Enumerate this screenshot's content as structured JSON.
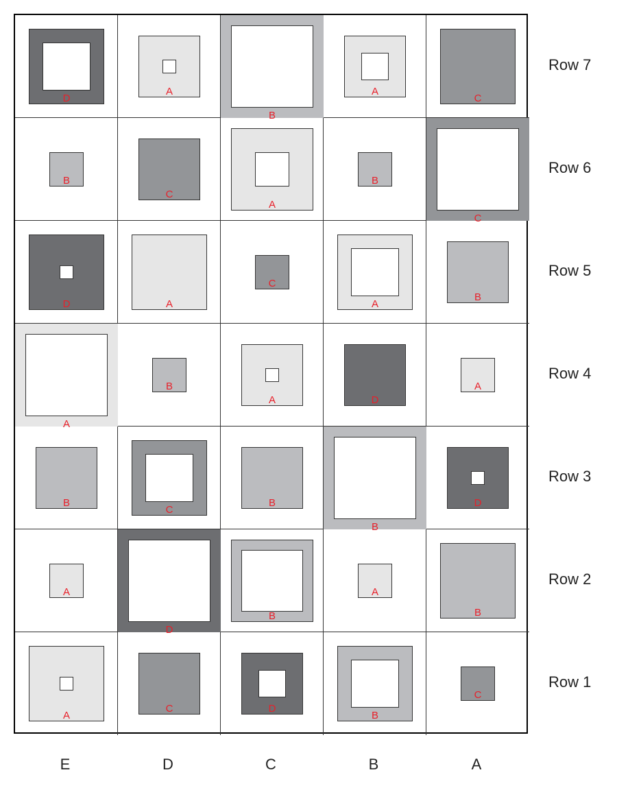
{
  "colors": {
    "white": "#ffffff",
    "light": "#e6e6e6",
    "mid": "#bbbcbf",
    "midDark": "#939598",
    "dark": "#6d6e71",
    "letter": "#e8202a"
  },
  "column_labels": [
    "E",
    "D",
    "C",
    "B",
    "A"
  ],
  "row_labels": [
    "Row 7",
    "Row 6",
    "Row 5",
    "Row 4",
    "Row 3",
    "Row 2",
    "Row 1"
  ],
  "grid": [
    [
      {
        "letter": "D",
        "outer": 0.73,
        "inner": 0.47,
        "fill": "dark"
      },
      {
        "letter": "A",
        "outer": 0.6,
        "inner": 0.13,
        "fill": "light"
      },
      {
        "letter": "B",
        "outer": 1.0,
        "inner": 0.8,
        "fill": "mid"
      },
      {
        "letter": "A",
        "outer": 0.6,
        "inner": 0.27,
        "fill": "light"
      },
      {
        "letter": "C",
        "outer": 0.73,
        "inner": 0,
        "fill": "midDark"
      }
    ],
    [
      {
        "letter": "B",
        "outer": 0.33,
        "inner": 0,
        "fill": "mid"
      },
      {
        "letter": "C",
        "outer": 0.6,
        "inner": 0,
        "fill": "midDark"
      },
      {
        "letter": "A",
        "outer": 0.8,
        "inner": 0.33,
        "fill": "light"
      },
      {
        "letter": "B",
        "outer": 0.33,
        "inner": 0,
        "fill": "mid"
      },
      {
        "letter": "C",
        "outer": 1.0,
        "inner": 0.8,
        "fill": "midDark"
      }
    ],
    [
      {
        "letter": "D",
        "outer": 0.73,
        "inner": 0.13,
        "fill": "dark"
      },
      {
        "letter": "A",
        "outer": 0.73,
        "inner": 0,
        "fill": "light"
      },
      {
        "letter": "C",
        "outer": 0.33,
        "inner": 0,
        "fill": "midDark"
      },
      {
        "letter": "A",
        "outer": 0.73,
        "inner": 0.47,
        "fill": "light"
      },
      {
        "letter": "B",
        "outer": 0.6,
        "inner": 0,
        "fill": "mid"
      }
    ],
    [
      {
        "letter": "A",
        "outer": 1.0,
        "inner": 0.8,
        "fill": "light"
      },
      {
        "letter": "B",
        "outer": 0.33,
        "inner": 0,
        "fill": "mid"
      },
      {
        "letter": "A",
        "outer": 0.6,
        "inner": 0.13,
        "fill": "light"
      },
      {
        "letter": "D",
        "outer": 0.6,
        "inner": 0,
        "fill": "dark"
      },
      {
        "letter": "A",
        "outer": 0.33,
        "inner": 0,
        "fill": "light"
      }
    ],
    [
      {
        "letter": "B",
        "outer": 0.6,
        "inner": 0,
        "fill": "mid"
      },
      {
        "letter": "C",
        "outer": 0.73,
        "inner": 0.47,
        "fill": "midDark"
      },
      {
        "letter": "B",
        "outer": 0.6,
        "inner": 0,
        "fill": "mid"
      },
      {
        "letter": "B",
        "outer": 1.0,
        "inner": 0.8,
        "fill": "mid"
      },
      {
        "letter": "D",
        "outer": 0.6,
        "inner": 0.13,
        "fill": "dark"
      }
    ],
    [
      {
        "letter": "A",
        "outer": 0.33,
        "inner": 0,
        "fill": "light"
      },
      {
        "letter": "D",
        "outer": 1.0,
        "inner": 0.8,
        "fill": "dark"
      },
      {
        "letter": "B",
        "outer": 0.8,
        "inner": 0.6,
        "fill": "mid"
      },
      {
        "letter": "A",
        "outer": 0.33,
        "inner": 0,
        "fill": "light"
      },
      {
        "letter": "B",
        "outer": 0.73,
        "inner": 0,
        "fill": "mid"
      }
    ],
    [
      {
        "letter": "A",
        "outer": 0.73,
        "inner": 0.13,
        "fill": "light"
      },
      {
        "letter": "C",
        "outer": 0.6,
        "inner": 0,
        "fill": "midDark"
      },
      {
        "letter": "D",
        "outer": 0.6,
        "inner": 0.27,
        "fill": "dark"
      },
      {
        "letter": "B",
        "outer": 0.73,
        "inner": 0.47,
        "fill": "mid"
      },
      {
        "letter": "C",
        "outer": 0.33,
        "inner": 0,
        "fill": "midDark"
      }
    ]
  ]
}
